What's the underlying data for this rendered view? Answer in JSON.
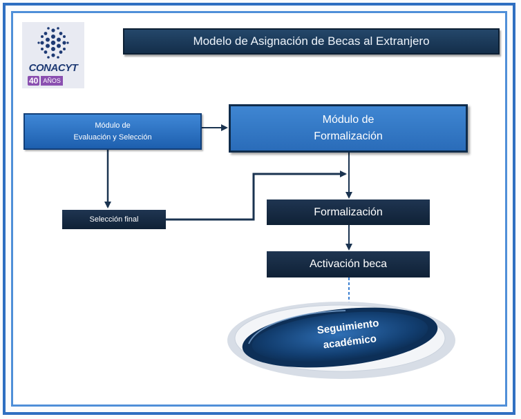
{
  "title": "Modelo de Asignación de Becas al Extranjero",
  "logo": {
    "name": "CONACYT",
    "badge_number": "40",
    "badge_word": "AÑOS"
  },
  "nodes": {
    "evaluacion": {
      "line1": "Módulo de",
      "line2": "Evaluación y Selección"
    },
    "formalizacion_modulo": {
      "line1": "Módulo de",
      "line2": "Formalización"
    },
    "seleccion_final": "Selección final",
    "formalizacion": "Formalización",
    "activacion": "Activación beca",
    "seguimiento": {
      "line1": "Seguimiento",
      "line2": "académico"
    }
  },
  "colors": {
    "frame": "#2f6fc1",
    "title_bar": "#1b3a5c",
    "module_box": "#3a7fd0",
    "dark_box": "#172a42",
    "connector": "#1a3350",
    "ellipse": "#1a4b82"
  }
}
